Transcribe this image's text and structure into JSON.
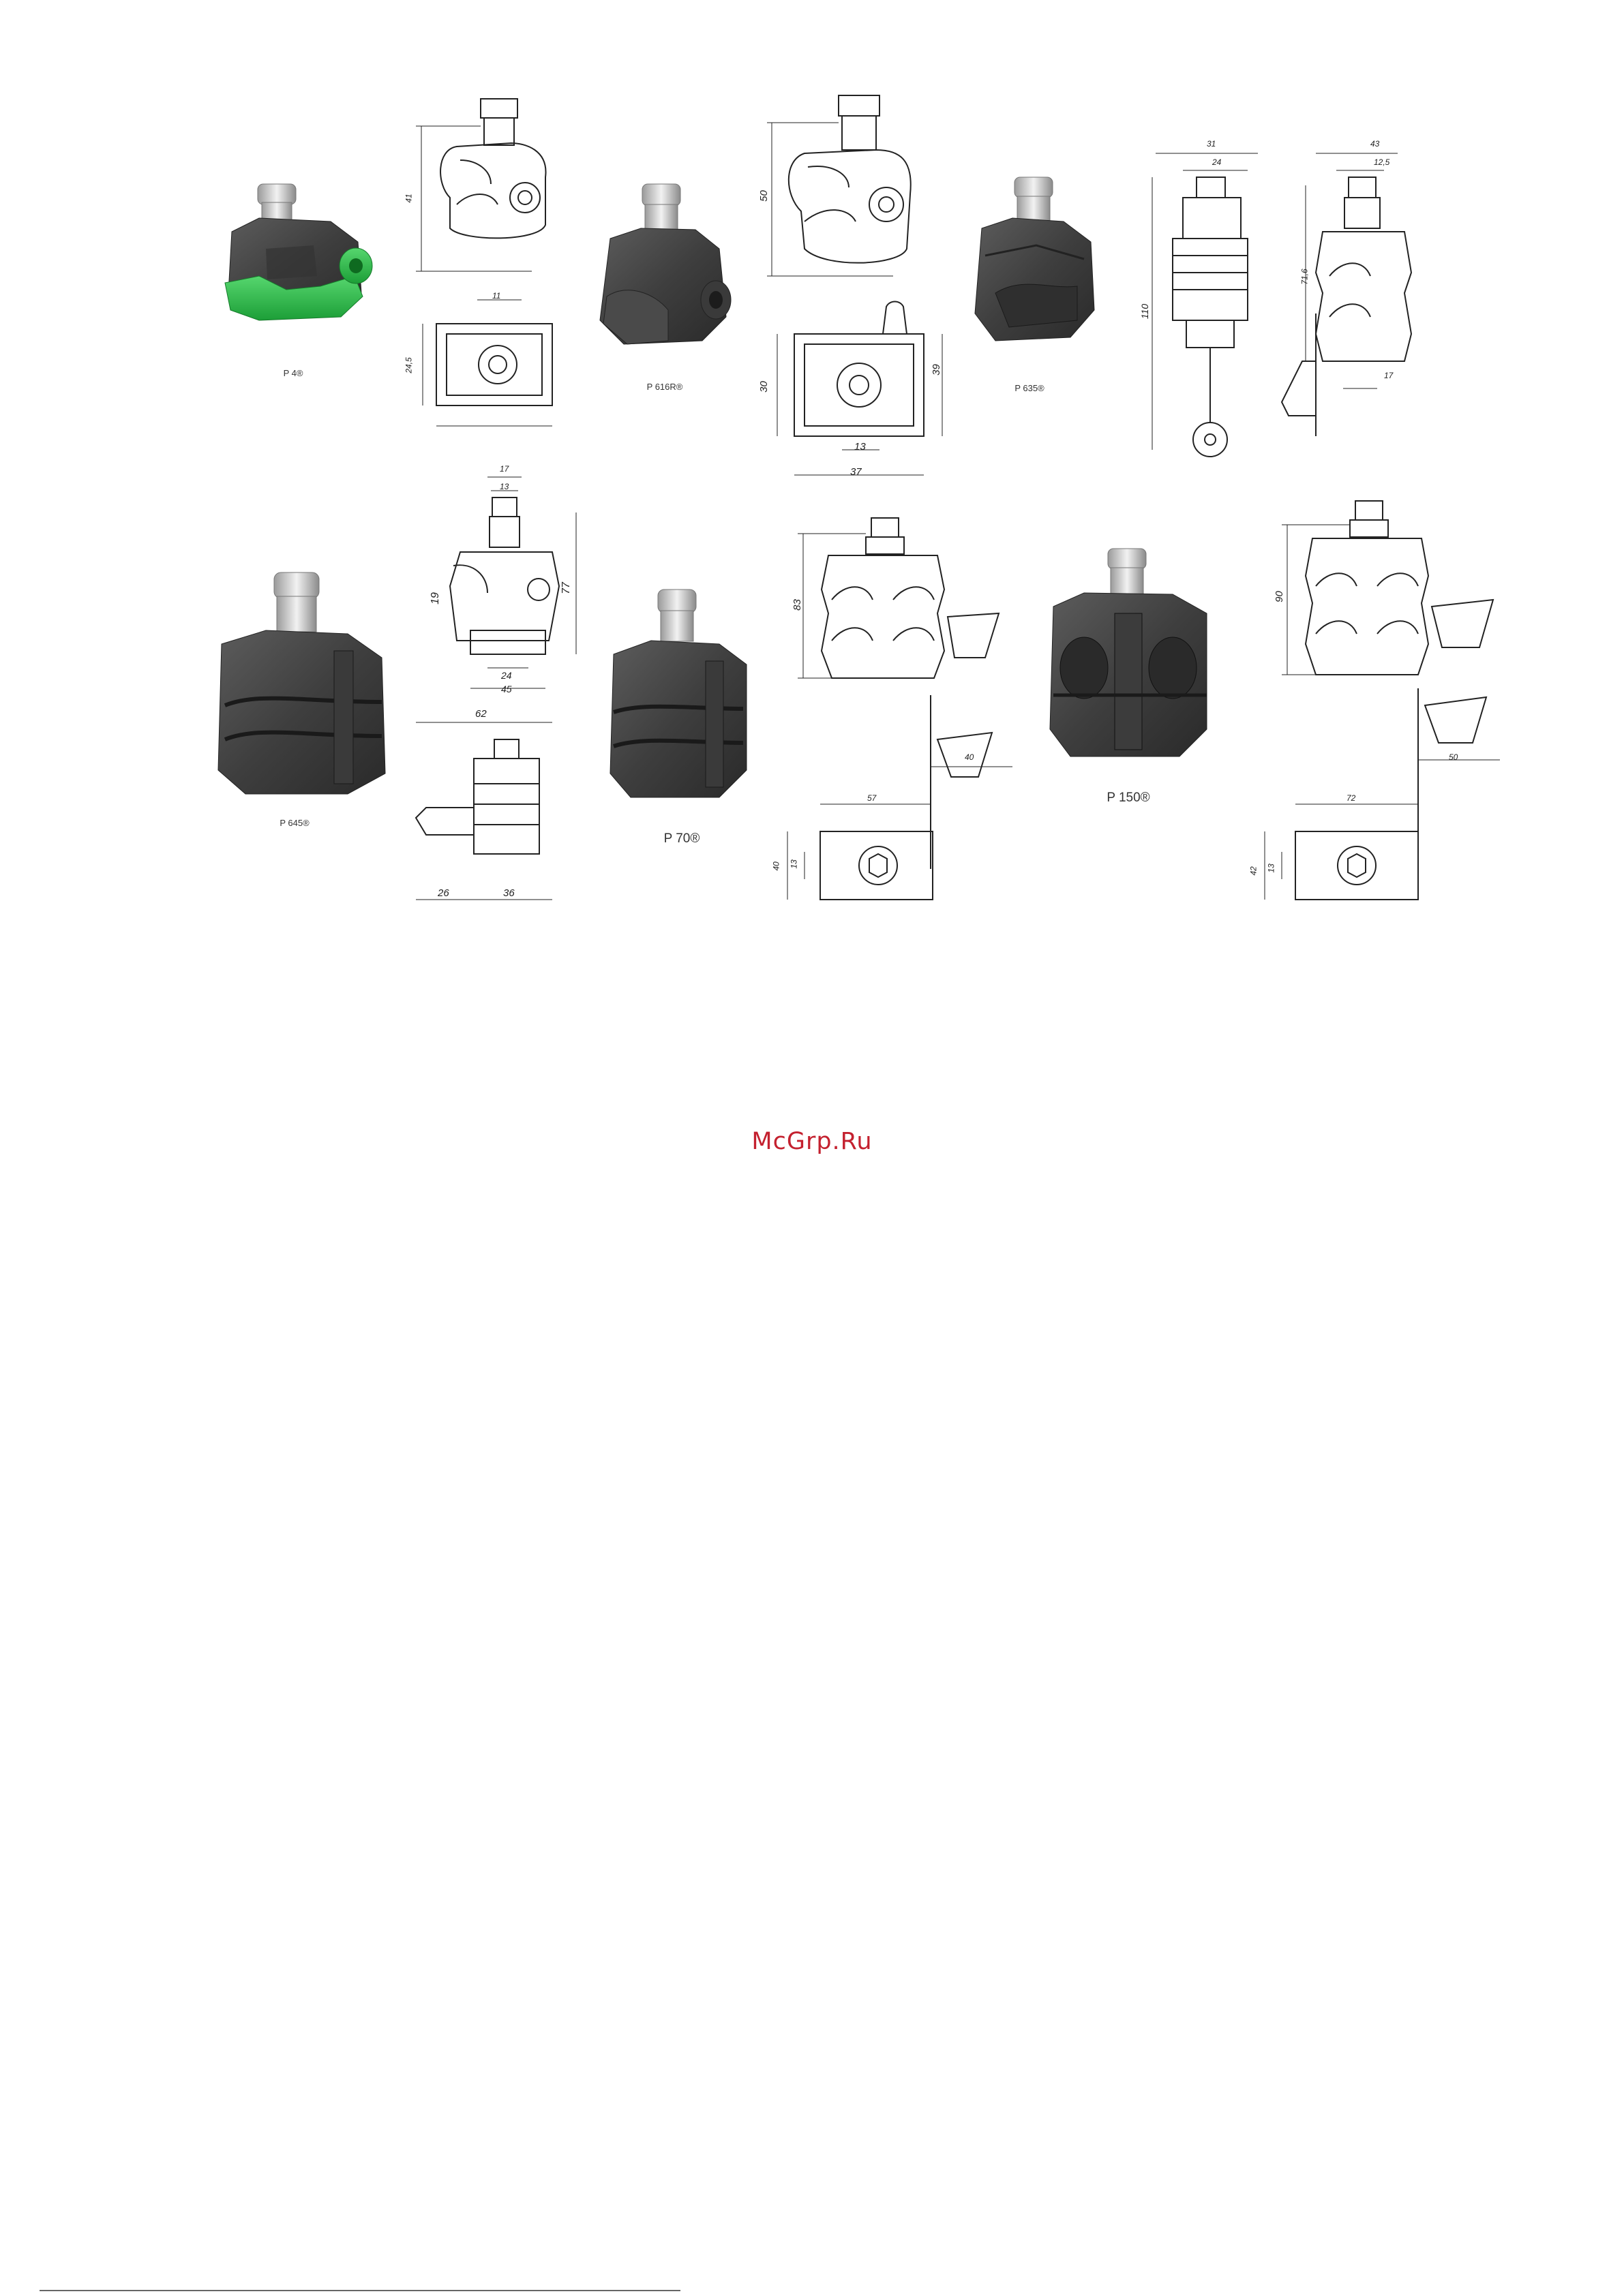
{
  "page": {
    "watermark": "McGrp.Ru"
  },
  "products": [
    {
      "name": "P 4®"
    },
    {
      "name": "P 616R®"
    },
    {
      "name": "P 635®"
    },
    {
      "name": "P 645®"
    },
    {
      "name": "P 70®"
    },
    {
      "name": "P 150®"
    }
  ],
  "dimensions": {
    "p4_height": "41",
    "p4_top_width": "11",
    "p4_depth": "24,5",
    "p616_height": "50",
    "p616_plan_left": "30",
    "p616_plan_right": "39",
    "p616_plan_inner": "13",
    "p616_plan_width": "37",
    "p635_total": "110",
    "p635_top": "31",
    "p635_inner": "24",
    "p635b_top": "43",
    "p635b_inner": "12,5",
    "p635b_height": "71,6",
    "p635b_bottom": "17",
    "p645_top1": "17",
    "p645_top2": "13",
    "p645_left": "19",
    "p645_height": "77",
    "p645_bot1": "24",
    "p645_bot2": "45",
    "p645_plan_width": "62",
    "p645_plan_a": "26",
    "p645_plan_b": "36",
    "p70_height": "83",
    "p70_plan_arm": "40",
    "p70_plan_width": "57",
    "p70_plan_h": "40",
    "p70_plan_inner": "13",
    "p150_height": "90",
    "p150_plan_arm": "50",
    "p150_plan_width": "72",
    "p150_plan_h": "42",
    "p150_plan_inner": "13"
  }
}
